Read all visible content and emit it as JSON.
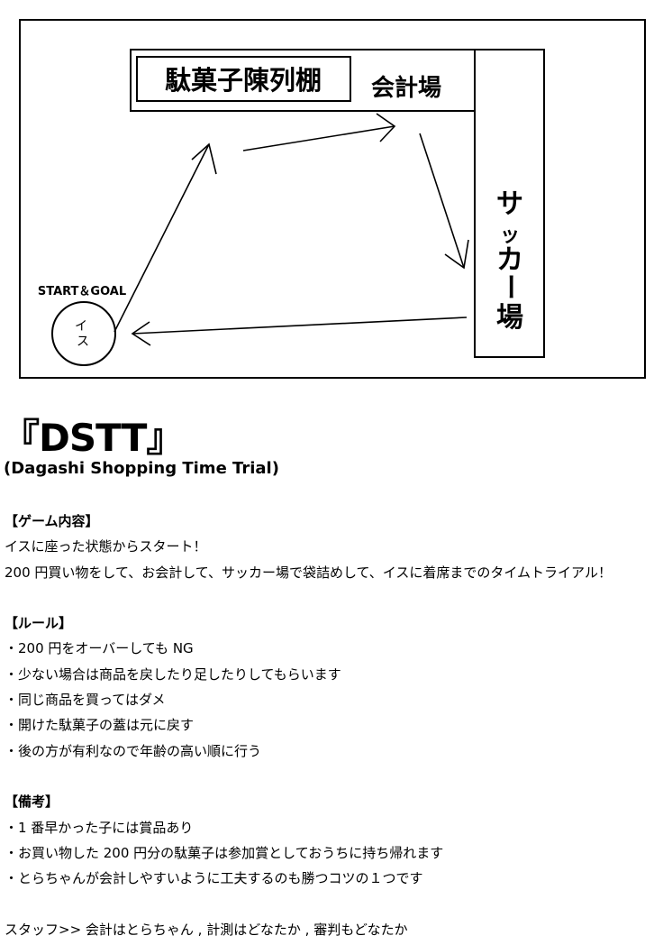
{
  "diagram": {
    "shelf_label": "駄菓子陳列棚",
    "checkout_label": "会計場",
    "bagging_label": [
      "サ",
      "ッ",
      "カ",
      "ー",
      "場"
    ],
    "start_goal_label": "START＆GOAL",
    "chair_label": [
      "イ",
      "ス"
    ]
  },
  "title": "『DSTT』",
  "subtitle": "(Dagashi Shopping Time Trial)",
  "game": {
    "heading": "【ゲーム内容】",
    "lines": [
      "イスに座った状態からスタート！",
      "200 円買い物をして、お会計して、サッカー場で袋詰めして、イスに着席までのタイムトライアル！"
    ]
  },
  "rules": {
    "heading": "【ルール】",
    "items": [
      "・200 円をオーバーしても NG",
      "・少ない場合は商品を戻したり足したりしてもらいます",
      "・同じ商品を買ってはダメ",
      "・開けた駄菓子の蓋は元に戻す",
      "・後の方が有利なので年齢の高い順に行う"
    ]
  },
  "notes": {
    "heading": "【備考】",
    "items": [
      "・1 番早かった子には賞品あり",
      "・お買い物した 200 円分の駄菓子は参加賞としておうちに持ち帰れます",
      "・とらちゃんが会計しやすいように工夫するのも勝つコツの１つです"
    ]
  },
  "staff": "スタッフ>> 会計はとらちゃん , 計測はどなたか , 審判もどなたか"
}
